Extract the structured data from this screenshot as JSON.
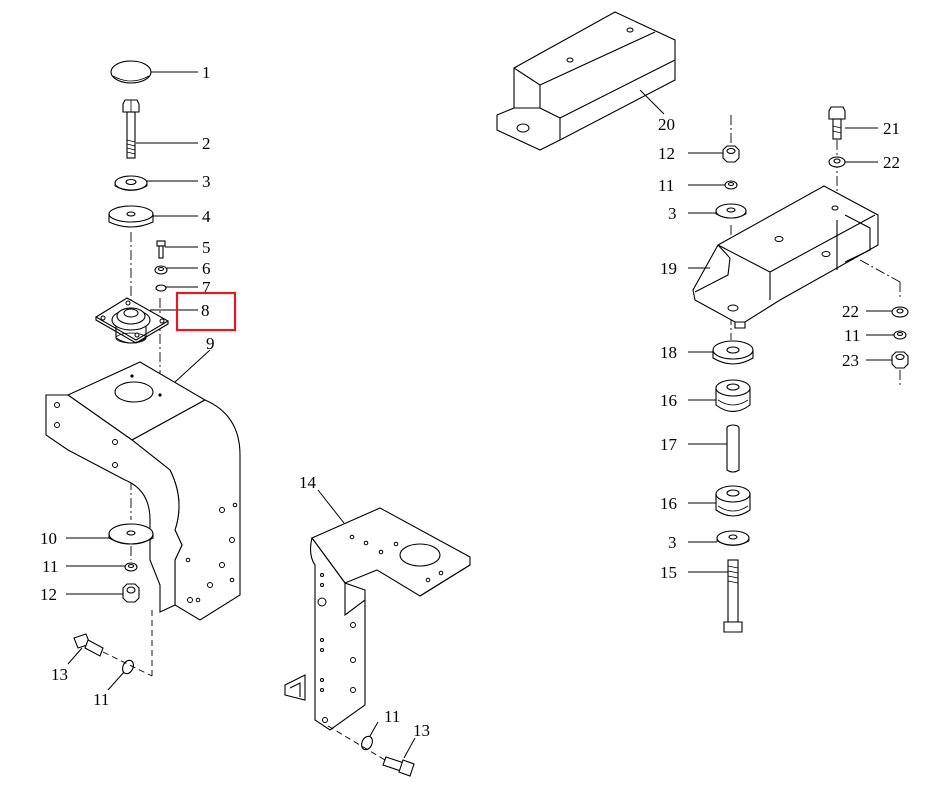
{
  "diagram": {
    "highlight_color": "#e01b24",
    "callouts": {
      "c1": "1",
      "c2": "2",
      "c3": "3",
      "c4": "4",
      "c5": "5",
      "c6": "6",
      "c7": "7",
      "c8": "8",
      "c9": "9",
      "c10": "10",
      "c11a": "11",
      "c12a": "12",
      "c13a": "13",
      "c11b": "11",
      "c14": "14",
      "c11c": "11",
      "c13b": "13",
      "c20": "20",
      "c12b": "12",
      "c11d": "11",
      "c3b": "3",
      "c19": "19",
      "c18": "18",
      "c16a": "16",
      "c17": "17",
      "c16b": "16",
      "c3c": "3",
      "c15": "15",
      "c21": "21",
      "c22a": "22",
      "c22b": "22",
      "c11e": "11",
      "c23": "23"
    }
  }
}
